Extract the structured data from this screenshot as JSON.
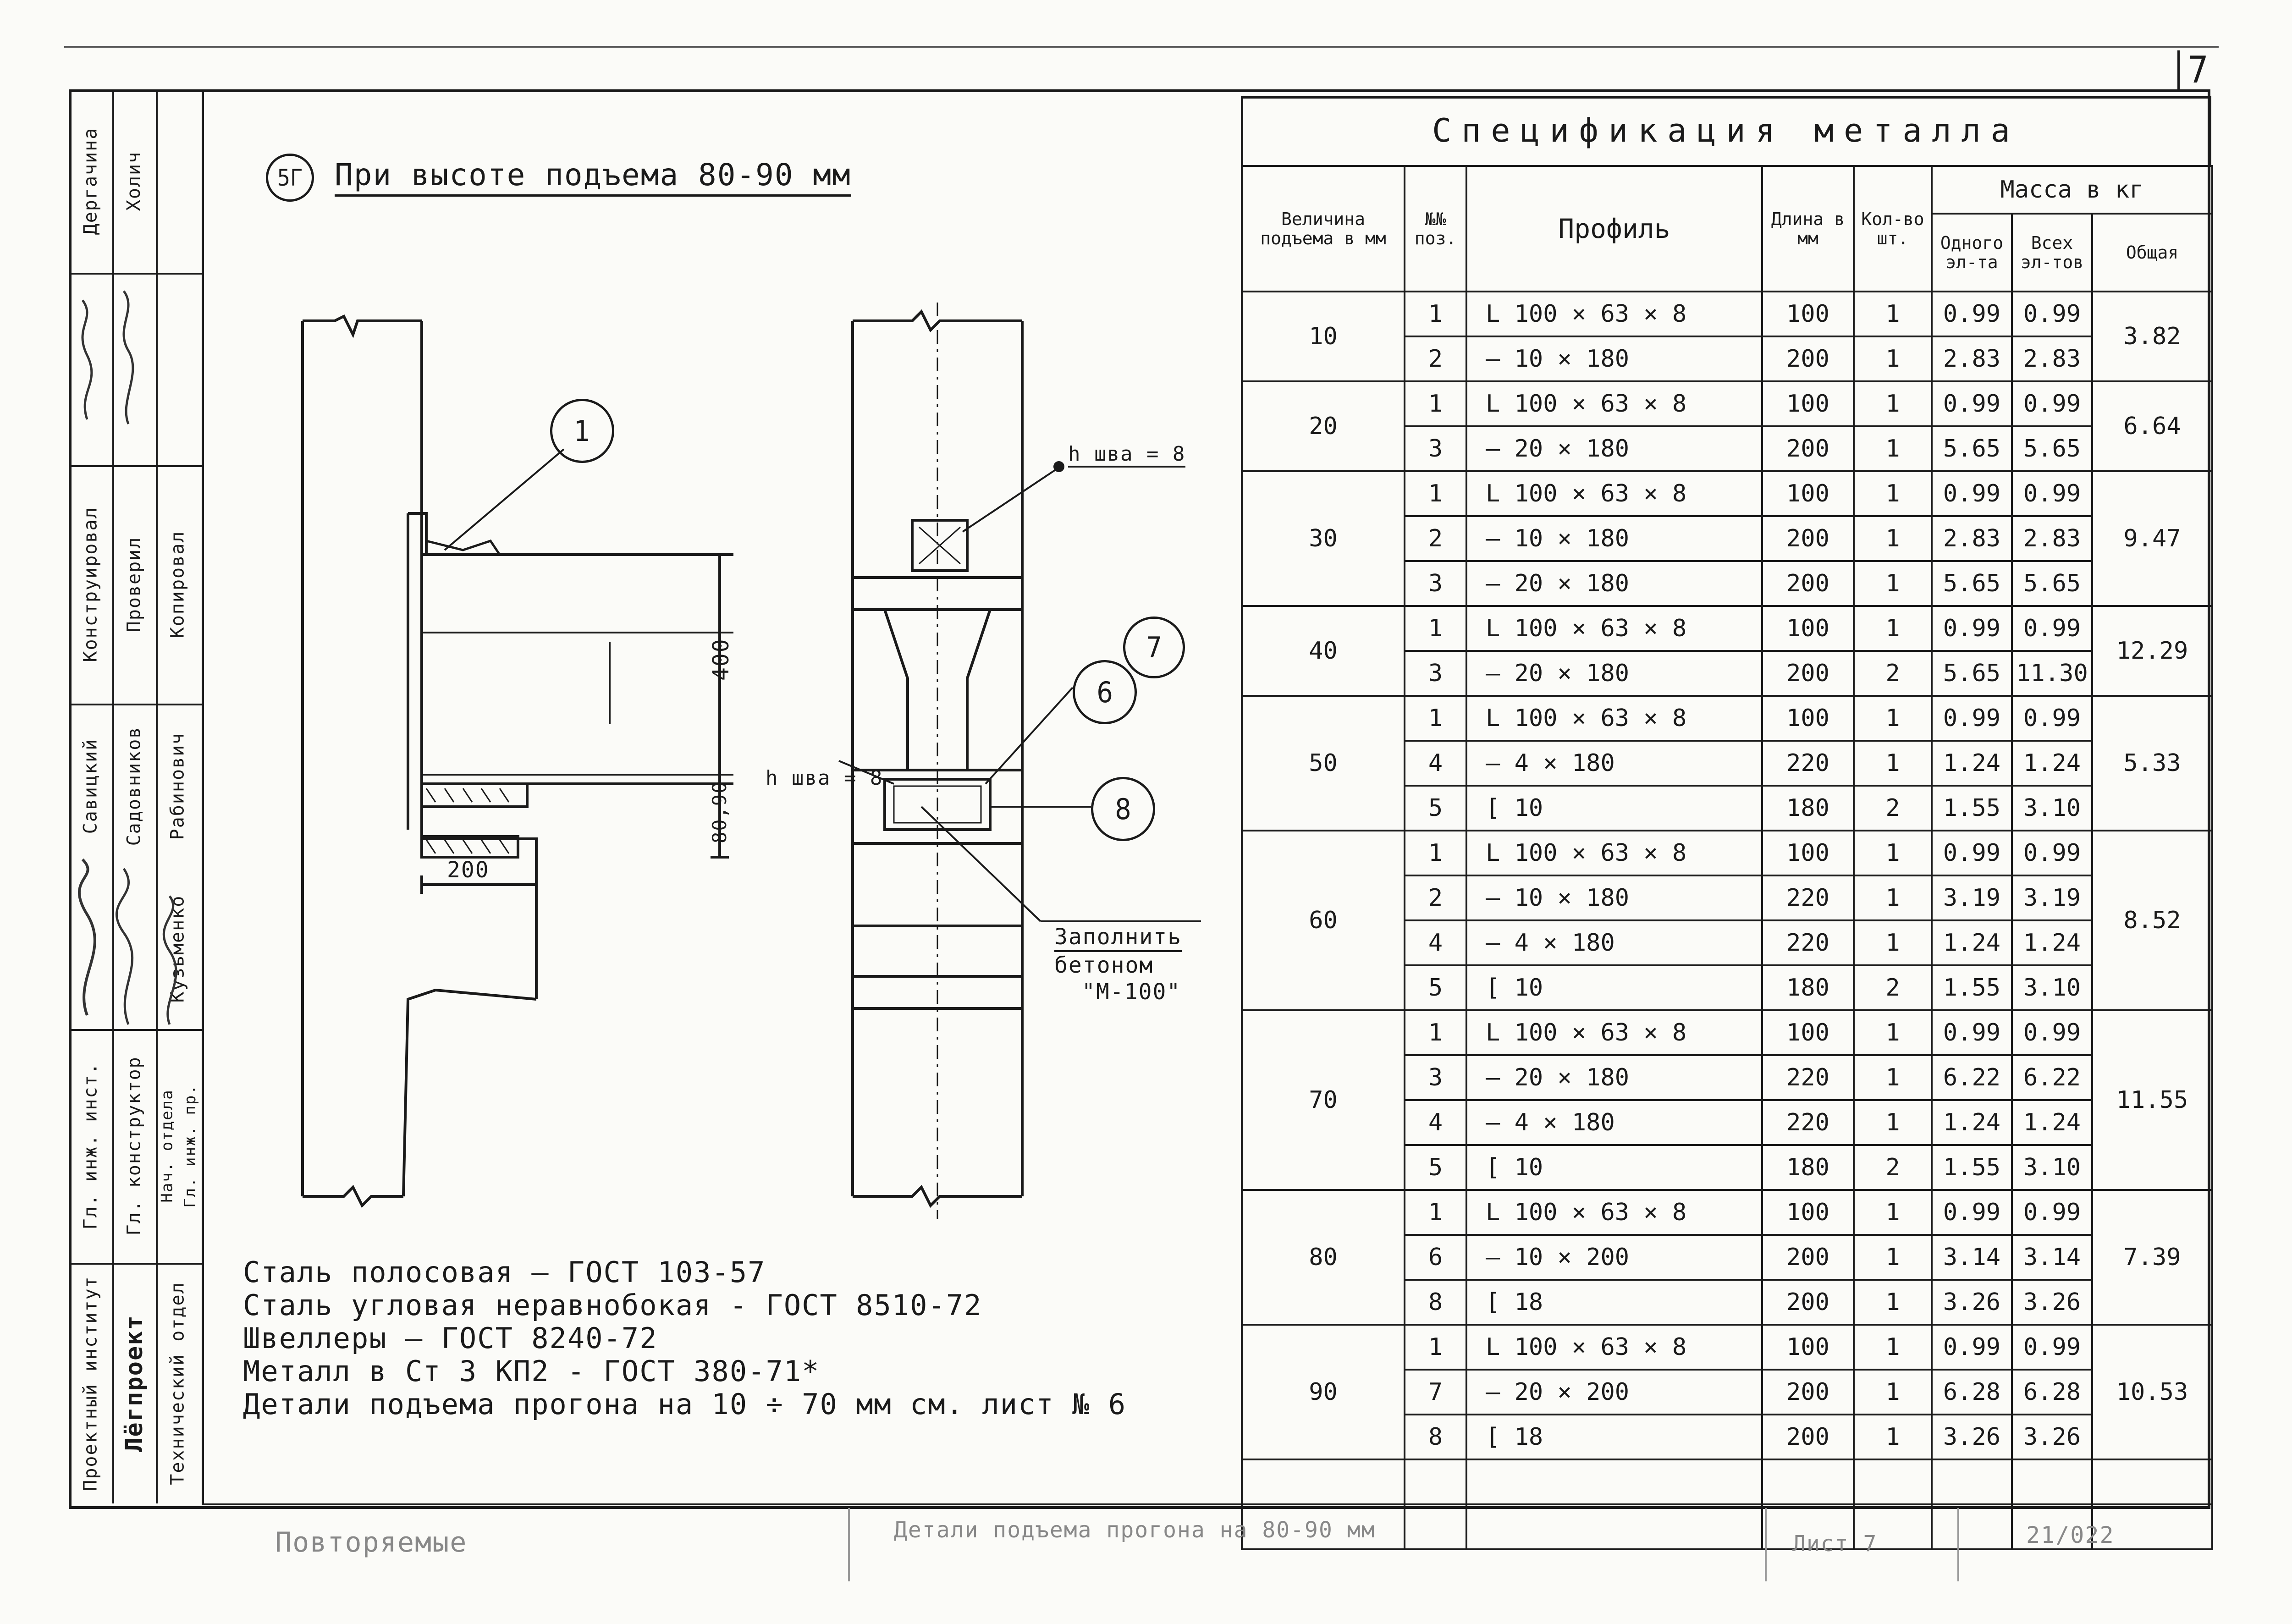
{
  "sheet_number": "7",
  "left_strip": {
    "names_top": [
      "Дергачина",
      "Холич"
    ],
    "roles": [
      "Конструировал",
      "Проверил",
      "Копировал"
    ],
    "names_mid": [
      "Савицкий",
      "Садовников",
      "Рабинович",
      "Кузьменко"
    ],
    "titles": [
      "Гл. инж. инст.",
      "Гл. конструктор",
      "Нач. отдела",
      "Гл. инж. пр."
    ],
    "institute": [
      "Проектный институт",
      "Лёгпроект",
      "Технический отдел"
    ]
  },
  "drawing": {
    "badge": "5Г",
    "title": "При высоте подъема 80-90 мм",
    "dim_400": "400",
    "dim_80_90": "80,90",
    "dim_200": "200",
    "weld_top": "h шва = 8",
    "weld_bottom": "h шва = 8",
    "balloons": [
      "1",
      "6",
      "7",
      "8"
    ],
    "fill_note": [
      "Заполнить",
      "бетоном",
      "\"М-100\""
    ]
  },
  "notes": [
    "Сталь полосовая — ГОСТ 103-57",
    "Сталь угловая неравнобокая - ГОСТ 8510-72",
    "Швеллеры — ГОСТ 8240-72",
    "Металл в Ст 3 КП2 - ГОСТ 380-71*",
    "Детали подъема прогона на 10 ÷ 70 мм см. лист № 6"
  ],
  "spec": {
    "title": "Спецификация металла",
    "headers": {
      "lift": "Величина подъема в мм",
      "pos": "№№ поз.",
      "profile": "Профиль",
      "length": "Длина в мм",
      "qty": "Кол-во шт.",
      "mass_group": "Масса в кг",
      "one": "Одного эл-та",
      "all": "Всех эл-тов",
      "total": "Общая"
    },
    "groups": [
      {
        "lift": "10",
        "total": "3.82",
        "rows": [
          {
            "pos": "1",
            "profile": "L 100 × 63 × 8",
            "len": "100",
            "qty": "1",
            "one": "0.99",
            "all": "0.99"
          },
          {
            "pos": "2",
            "profile": "— 10 × 180",
            "len": "200",
            "qty": "1",
            "one": "2.83",
            "all": "2.83"
          }
        ]
      },
      {
        "lift": "20",
        "total": "6.64",
        "rows": [
          {
            "pos": "1",
            "profile": "L 100 × 63 × 8",
            "len": "100",
            "qty": "1",
            "one": "0.99",
            "all": "0.99"
          },
          {
            "pos": "3",
            "profile": "— 20 × 180",
            "len": "200",
            "qty": "1",
            "one": "5.65",
            "all": "5.65"
          }
        ]
      },
      {
        "lift": "30",
        "total": "9.47",
        "rows": [
          {
            "pos": "1",
            "profile": "L 100 × 63 × 8",
            "len": "100",
            "qty": "1",
            "one": "0.99",
            "all": "0.99"
          },
          {
            "pos": "2",
            "profile": "— 10 × 180",
            "len": "200",
            "qty": "1",
            "one": "2.83",
            "all": "2.83"
          },
          {
            "pos": "3",
            "profile": "— 20 × 180",
            "len": "200",
            "qty": "1",
            "one": "5.65",
            "all": "5.65"
          }
        ]
      },
      {
        "lift": "40",
        "total": "12.29",
        "rows": [
          {
            "pos": "1",
            "profile": "L 100 × 63 × 8",
            "len": "100",
            "qty": "1",
            "one": "0.99",
            "all": "0.99"
          },
          {
            "pos": "3",
            "profile": "— 20 × 180",
            "len": "200",
            "qty": "2",
            "one": "5.65",
            "all": "11.30"
          }
        ]
      },
      {
        "lift": "50",
        "total": "5.33",
        "rows": [
          {
            "pos": "1",
            "profile": "L 100 × 63 × 8",
            "len": "100",
            "qty": "1",
            "one": "0.99",
            "all": "0.99"
          },
          {
            "pos": "4",
            "profile": "— 4 × 180",
            "len": "220",
            "qty": "1",
            "one": "1.24",
            "all": "1.24"
          },
          {
            "pos": "5",
            "profile": "[ 10",
            "len": "180",
            "qty": "2",
            "one": "1.55",
            "all": "3.10"
          }
        ]
      },
      {
        "lift": "60",
        "total": "8.52",
        "rows": [
          {
            "pos": "1",
            "profile": "L 100 × 63 × 8",
            "len": "100",
            "qty": "1",
            "one": "0.99",
            "all": "0.99"
          },
          {
            "pos": "2",
            "profile": "— 10 × 180",
            "len": "220",
            "qty": "1",
            "one": "3.19",
            "all": "3.19"
          },
          {
            "pos": "4",
            "profile": "— 4 × 180",
            "len": "220",
            "qty": "1",
            "one": "1.24",
            "all": "1.24"
          },
          {
            "pos": "5",
            "profile": "[ 10",
            "len": "180",
            "qty": "2",
            "one": "1.55",
            "all": "3.10"
          }
        ]
      },
      {
        "lift": "70",
        "total": "11.55",
        "rows": [
          {
            "pos": "1",
            "profile": "L 100 × 63 × 8",
            "len": "100",
            "qty": "1",
            "one": "0.99",
            "all": "0.99"
          },
          {
            "pos": "3",
            "profile": "— 20 × 180",
            "len": "220",
            "qty": "1",
            "one": "6.22",
            "all": "6.22"
          },
          {
            "pos": "4",
            "profile": "— 4 × 180",
            "len": "220",
            "qty": "1",
            "one": "1.24",
            "all": "1.24"
          },
          {
            "pos": "5",
            "profile": "[ 10",
            "len": "180",
            "qty": "2",
            "one": "1.55",
            "all": "3.10"
          }
        ]
      },
      {
        "lift": "80",
        "total": "7.39",
        "rows": [
          {
            "pos": "1",
            "profile": "L 100 × 63 × 8",
            "len": "100",
            "qty": "1",
            "one": "0.99",
            "all": "0.99"
          },
          {
            "pos": "6",
            "profile": "— 10 × 200",
            "len": "200",
            "qty": "1",
            "one": "3.14",
            "all": "3.14"
          },
          {
            "pos": "8",
            "profile": "[ 18",
            "len": "200",
            "qty": "1",
            "one": "3.26",
            "all": "3.26"
          }
        ]
      },
      {
        "lift": "90",
        "total": "10.53",
        "rows": [
          {
            "pos": "1",
            "profile": "L 100 × 63 × 8",
            "len": "100",
            "qty": "1",
            "one": "0.99",
            "all": "0.99"
          },
          {
            "pos": "7",
            "profile": "— 20 × 200",
            "len": "200",
            "qty": "1",
            "one": "6.28",
            "all": "6.28"
          },
          {
            "pos": "8",
            "profile": "[ 18",
            "len": "200",
            "qty": "1",
            "one": "3.26",
            "all": "3.26"
          }
        ]
      }
    ]
  },
  "stamp": {
    "left": "Повторяемые",
    "middle": "Детали подъема прогона на 80-90 мм",
    "sheet": "Лист 7",
    "code": "21/022"
  }
}
